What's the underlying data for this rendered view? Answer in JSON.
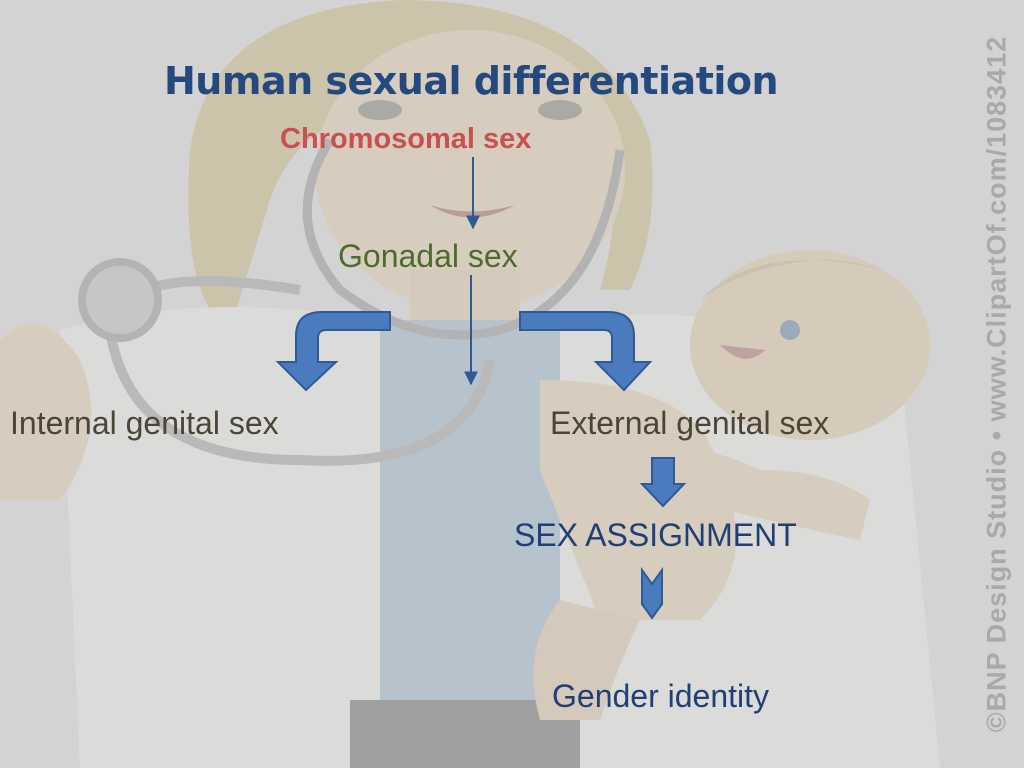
{
  "slide": {
    "title": "Human sexual differentiation",
    "nodes": {
      "chromosomal": "Chromosomal sex",
      "gonadal": "Gonadal sex",
      "internal": "Internal genital sex",
      "external": "External genital sex",
      "assignment": "SEX ASSIGNMENT",
      "gender": "Gender identity"
    },
    "watermark": "©BNP Design Studio  •  www.ClipartOf.com/1083412"
  },
  "colors": {
    "title": "#24497e",
    "chromosomal": "#c9504f",
    "gonadal": "#4e6b2c",
    "genital": "#4b4536",
    "lower": "#203f74",
    "arrow_fill": "#4a7bbf",
    "arrow_stroke": "#2f5a92",
    "background": "#d3d3d3"
  },
  "background_image": {
    "description_icon": "nurse-holding-baby-illustration"
  }
}
